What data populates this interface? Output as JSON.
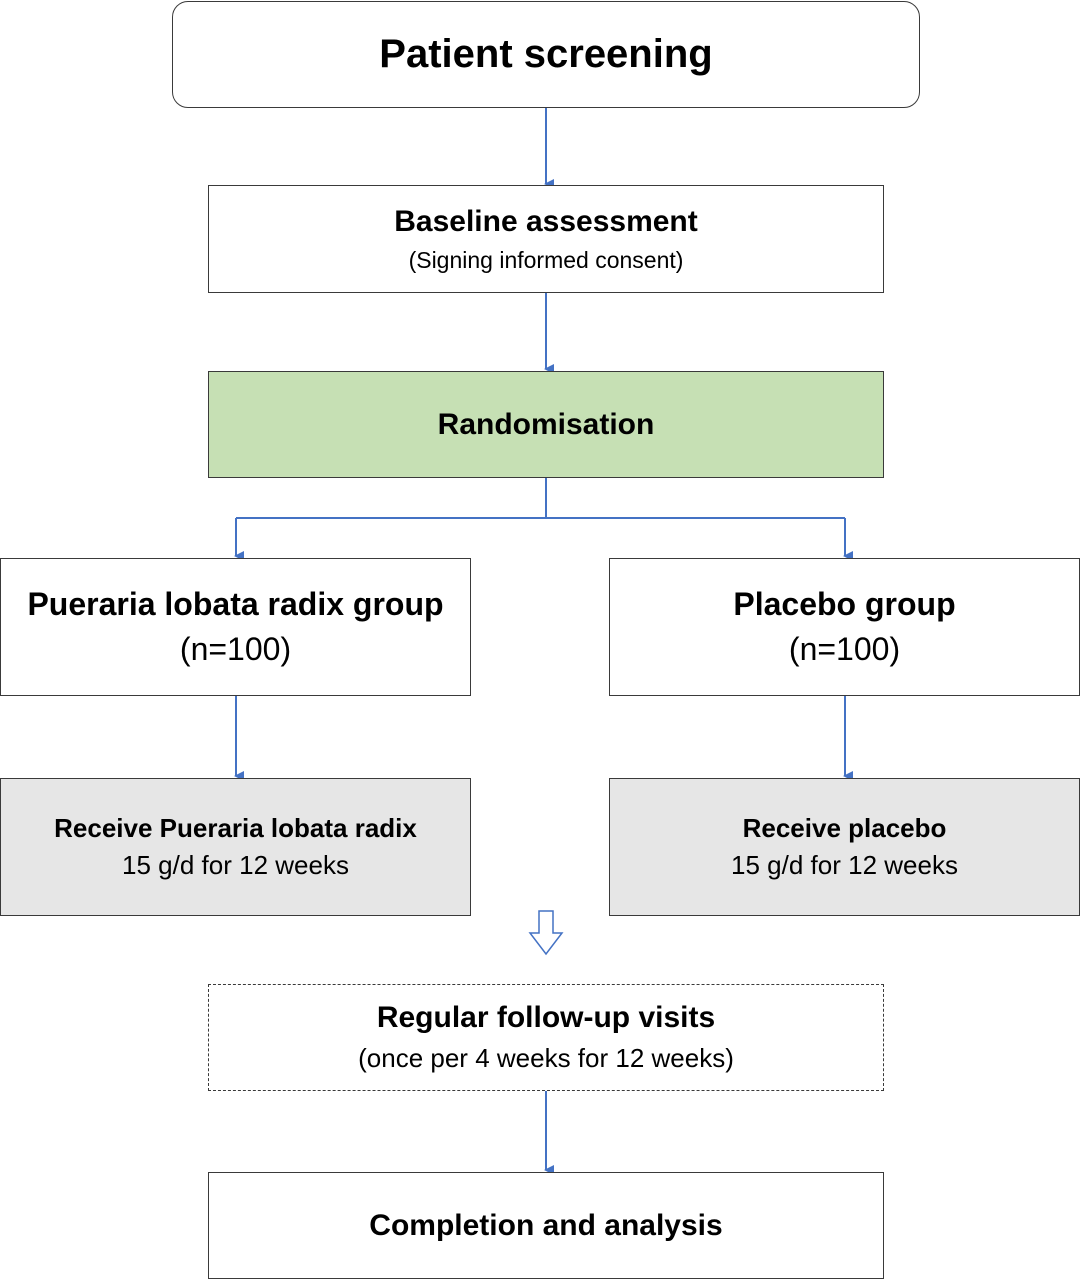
{
  "steps": {
    "screening": {
      "title": "Patient screening"
    },
    "baseline": {
      "title": "Baseline assessment",
      "subtitle": "(Signing informed consent)"
    },
    "randomisation": {
      "title": "Randomisation"
    },
    "group_left": {
      "title": "Pueraria lobata radix group",
      "n": "(n=100)"
    },
    "group_right": {
      "title": "Placebo group",
      "n": "(n=100)"
    },
    "treatment_left": {
      "title": "Receive Pueraria lobata radix",
      "dose": "15 g/d for 12 weeks"
    },
    "treatment_right": {
      "title": "Receive placebo",
      "dose": "15 g/d for 12 weeks"
    },
    "followup": {
      "title": "Regular follow-up visits",
      "subtitle": "(once per 4 weeks for 12 weeks)"
    },
    "completion": {
      "title": "Completion and analysis"
    }
  },
  "colors": {
    "arrow": "#4472c4",
    "randomisation_fill": "#c6e0b4",
    "treatment_fill": "#e6e6e6",
    "border": "#3a3a3a"
  }
}
